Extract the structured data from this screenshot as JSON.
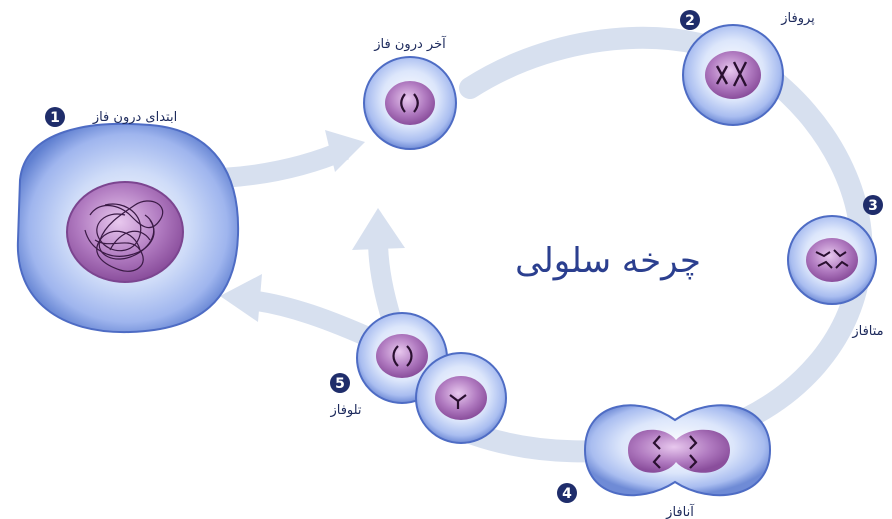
{
  "diagram": {
    "title": "چرخه سلولی",
    "stages": [
      {
        "number": "1",
        "label": "ابتدای درون فاز"
      },
      {
        "number": "2",
        "label": "پروفاز"
      },
      {
        "number": "3",
        "label": "متافاز"
      },
      {
        "number": "4",
        "label": "آنافاز"
      },
      {
        "number": "5",
        "label": "تلوفاز"
      }
    ],
    "late_interphase_label": "آخر درون فاز"
  },
  "colors": {
    "badge": "#1f2d6b",
    "arrow": "#d7e0ef",
    "cell_outer": "#8fa6e3",
    "nucleus": "#9a5aa8"
  }
}
